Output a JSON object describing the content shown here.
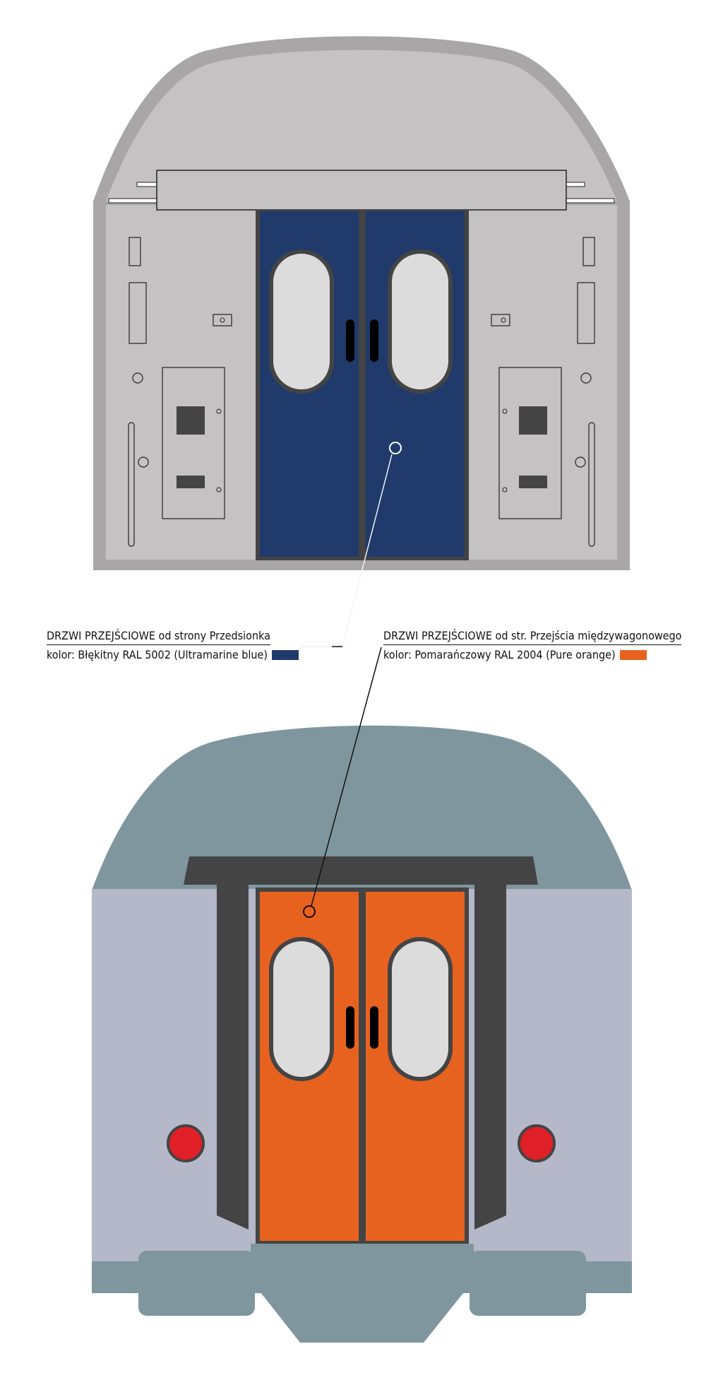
{
  "captions": {
    "left": {
      "title": "DRZWI PRZEJŚCIOWE od strony Przedsionka",
      "color_line": "kolor: Błękitny RAL 5002 (Ultramarine blue)",
      "swatch_color": "#1f3a6b"
    },
    "right": {
      "title": "DRZWI PRZEJŚCIOWE od str. Przejścia międzywagonowego",
      "color_line": "kolor: Pomarańczowy RAL 2004 (Pure orange)",
      "swatch_color": "#e8621f"
    }
  },
  "colors": {
    "door_blue": "#1f3a6b",
    "door_orange": "#e8621f",
    "panel_grey": "#c4c2c2",
    "roof_outline": "#a8a6a6",
    "exterior_roof": "#7f969e",
    "exterior_body": "#b5b8c8",
    "frame_dark": "#444444",
    "window_glass": "#dcdcdc",
    "lamp_red": "#e11f26"
  }
}
